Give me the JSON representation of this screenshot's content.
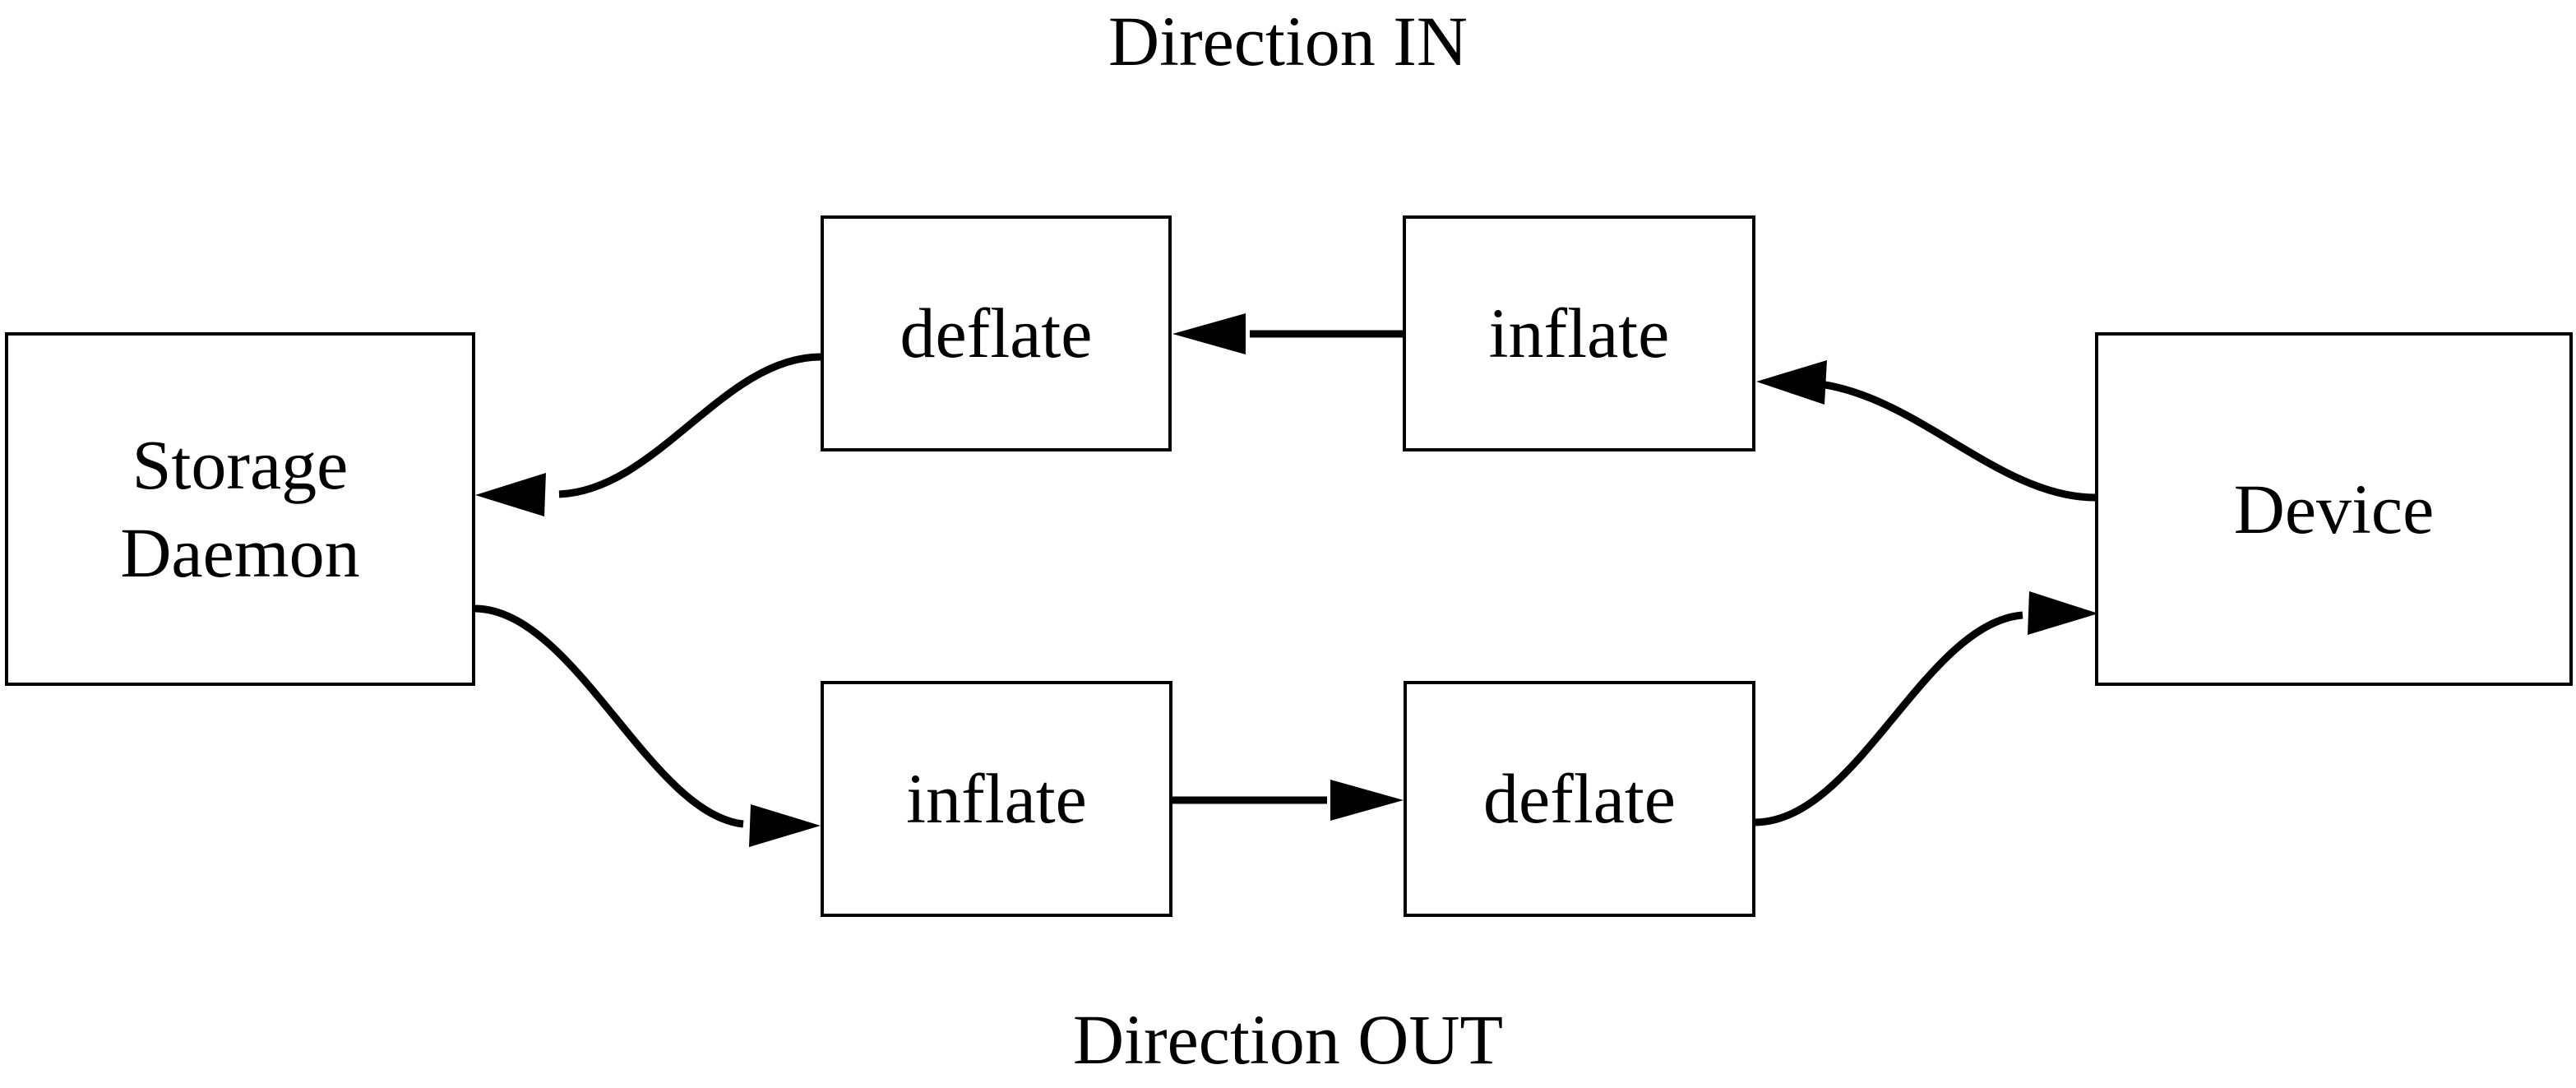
{
  "diagram": {
    "title_top": "Direction IN",
    "title_bottom": "Direction OUT",
    "stroke_color": "#000000",
    "background_color": "#ffffff",
    "nodes": [
      {
        "id": "storage-daemon",
        "label_line1": "Storage",
        "label_line2": "Daemon"
      },
      {
        "id": "deflate-in",
        "label": "deflate"
      },
      {
        "id": "inflate-in",
        "label": "inflate"
      },
      {
        "id": "device",
        "label": "Device"
      },
      {
        "id": "inflate-out",
        "label": "inflate"
      },
      {
        "id": "deflate-out",
        "label": "deflate"
      }
    ],
    "edges": [
      {
        "id": "device-to-inflate-in",
        "from": "device",
        "to": "inflate-in",
        "style": "curved",
        "arrow": "to"
      },
      {
        "id": "inflate-in-to-deflate-in",
        "from": "inflate-in",
        "to": "deflate-in",
        "style": "straight",
        "arrow": "to"
      },
      {
        "id": "deflate-in-to-storage",
        "from": "deflate-in",
        "to": "storage-daemon",
        "style": "curved",
        "arrow": "to"
      },
      {
        "id": "storage-to-inflate-out",
        "from": "storage-daemon",
        "to": "inflate-out",
        "style": "curved",
        "arrow": "to"
      },
      {
        "id": "inflate-out-to-deflate-out",
        "from": "inflate-out",
        "to": "deflate-out",
        "style": "straight",
        "arrow": "to"
      },
      {
        "id": "deflate-out-to-device",
        "from": "deflate-out",
        "to": "device",
        "style": "curved",
        "arrow": "to"
      }
    ]
  }
}
